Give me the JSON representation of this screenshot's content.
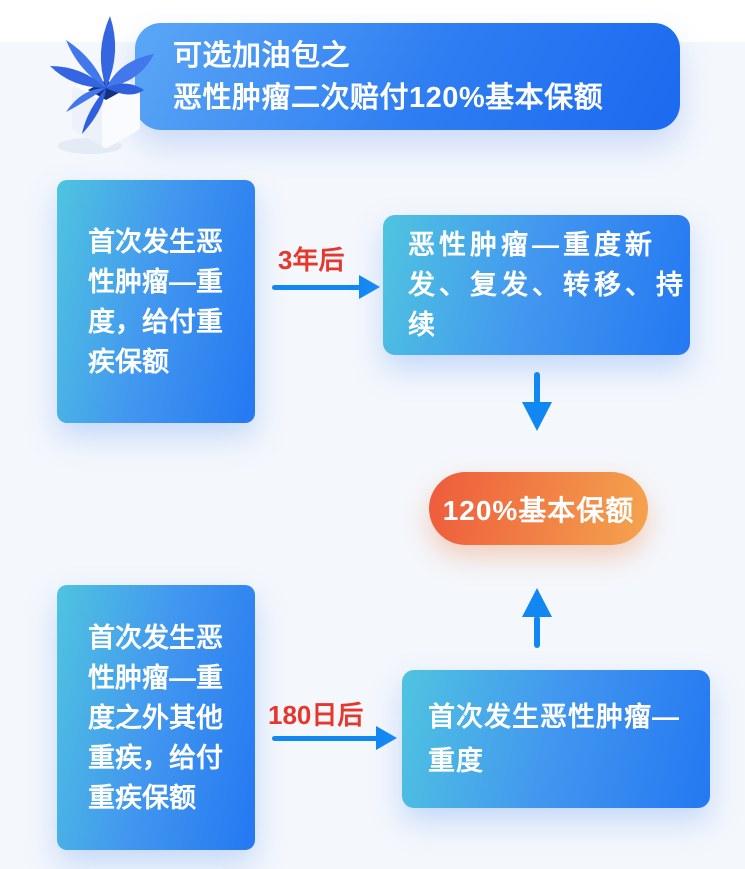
{
  "title": {
    "lines": [
      "可选加油包之",
      "恶性肿瘤二次赔付120%基本保额"
    ]
  },
  "header_icon": "plant-icon",
  "boxes": {
    "top_left": {
      "text": "首次发生恶性肿瘤—重度，给付重疾保额",
      "lines": [
        "首次发生恶",
        "性肿瘤—重",
        "度，给付重",
        "疾保额"
      ]
    },
    "top_right": {
      "text": "恶性肿瘤—重度新发、复发、转移、持续",
      "lines": [
        "恶性肿瘤—重度新",
        "发、复发、转移、持",
        "续"
      ]
    },
    "bottom_left": {
      "text": "首次发生恶性肿瘤—重度之外其他重疾，给付重疾保额",
      "lines": [
        "首次发生恶",
        "性肿瘤—重",
        "度之外其他",
        "重疾，给付",
        "重疾保额"
      ]
    },
    "bottom_right": {
      "text": "首次发生恶性肿瘤—重度",
      "lines": [
        "首次发生恶性肿瘤—",
        "重度"
      ]
    }
  },
  "arrows": {
    "top": {
      "label": "3年后",
      "direction": "right"
    },
    "bottom": {
      "label": "180日后",
      "direction": "right"
    },
    "from_top_to_pill": {
      "direction": "down"
    },
    "from_bottom_to_pill": {
      "direction": "up"
    }
  },
  "pill": {
    "text": "120%基本保额"
  },
  "colors": {
    "bg_top": "#FFFFFF",
    "bg_main": "#F4F7FC",
    "banner_from": "#5BA7F6",
    "banner_to": "#1B6AF0",
    "box_from": "#4FC4E0",
    "box_to": "#2478F2",
    "arrow": "#1187F2",
    "label_red": "#E5382D",
    "pill_from": "#EE5B3B",
    "pill_to": "#F4A44E",
    "text": "#FFFFFF"
  }
}
